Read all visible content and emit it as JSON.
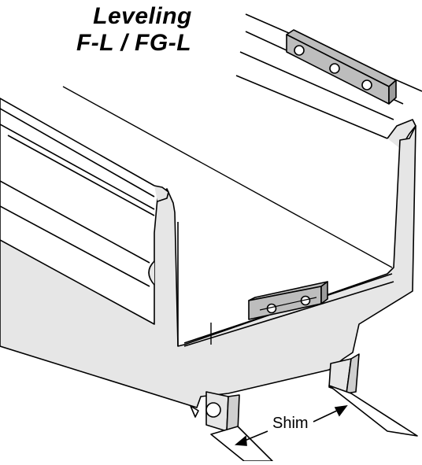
{
  "figure": {
    "title_line1": "Leveling",
    "title_line2": "F-L / FG-L",
    "shim_label": "Shim"
  },
  "colors": {
    "line": "#000000",
    "body_gray": "#e6e6e6",
    "bracket_gray": "#bdbdbd",
    "shim_white": "#ffffff"
  }
}
